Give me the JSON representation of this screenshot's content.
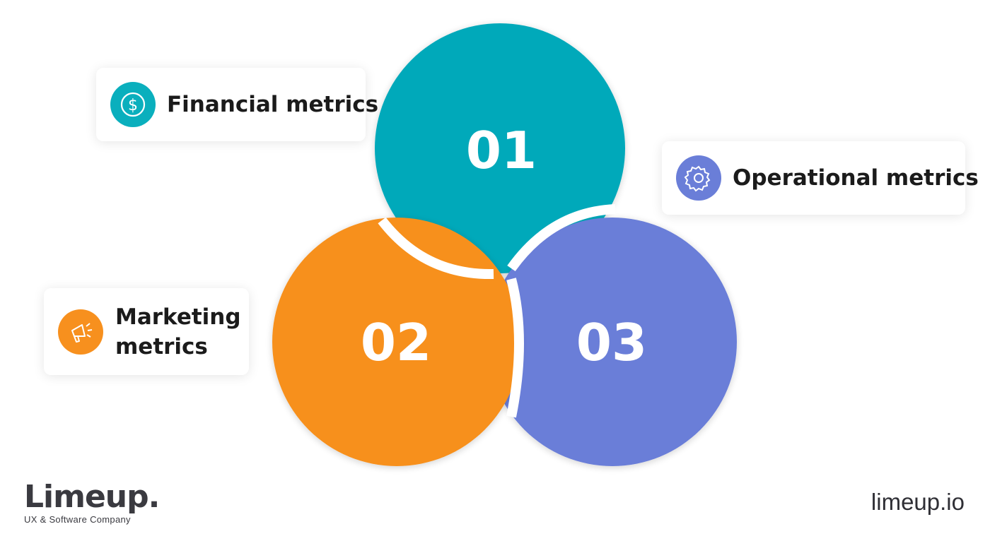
{
  "segments": [
    {
      "number": "01",
      "color": "#03a9ba"
    },
    {
      "number": "02",
      "color": "#f7901e"
    },
    {
      "number": "03",
      "color": "#6a7ed8"
    }
  ],
  "cards": {
    "financial": {
      "label": "Financial metrics",
      "icon": "dollar-icon",
      "color": "#0aafbd"
    },
    "operational": {
      "label": "Operational metrics",
      "icon": "gear-icon",
      "color": "#6a7ed8"
    },
    "marketing": {
      "label": "Marketing metrics",
      "icon": "megaphone-icon",
      "color": "#f7901e"
    }
  },
  "logo": {
    "wordmark": "Limeup.",
    "tagline": "UX & Software Company"
  },
  "footer": {
    "url": "limeup.io"
  }
}
